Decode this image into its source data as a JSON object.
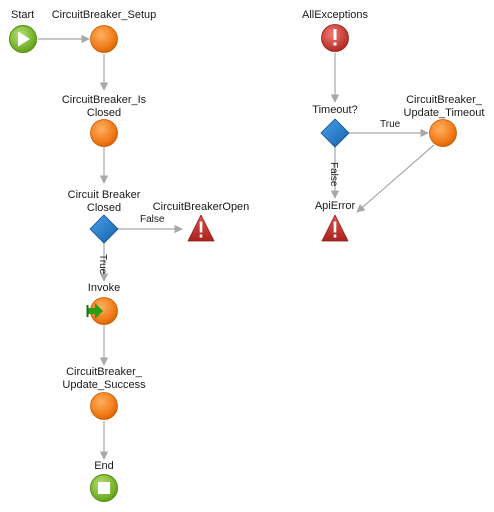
{
  "nodes": {
    "start": {
      "label": "Start",
      "type": "start",
      "icon": "play-icon"
    },
    "setup": {
      "label": "CircuitBreaker_Setup",
      "type": "action",
      "icon": "orange-circle-icon"
    },
    "is_closed": {
      "label_line1": "CircuitBreaker_Is",
      "label_line2": "Closed",
      "type": "action",
      "icon": "orange-circle-icon"
    },
    "cb_closed": {
      "label_line1": "Circuit Breaker",
      "label_line2": "Closed",
      "type": "decision",
      "icon": "blue-diamond-icon"
    },
    "cb_open": {
      "label": "CircuitBreakerOpen",
      "type": "exception",
      "icon": "red-warning-icon"
    },
    "invoke": {
      "label": "Invoke",
      "type": "action",
      "icon": "orange-circle-arrow-icon"
    },
    "update_success": {
      "label_line1": "CircuitBreaker_",
      "label_line2": "Update_Success",
      "type": "action",
      "icon": "orange-circle-icon"
    },
    "end": {
      "label": "End",
      "type": "end",
      "icon": "stop-icon"
    },
    "all_exceptions": {
      "label": "AllExceptions",
      "type": "exception-handler",
      "icon": "red-exclamation-icon"
    },
    "timeout": {
      "label": "Timeout?",
      "type": "decision",
      "icon": "blue-diamond-icon"
    },
    "update_timeout": {
      "label_line1": "CircuitBreaker_",
      "label_line2": "Update_Timeout",
      "type": "action",
      "icon": "orange-circle-icon"
    },
    "api_error": {
      "label": "ApiError",
      "type": "exception",
      "icon": "red-warning-icon"
    }
  },
  "edges": {
    "cb_false": "False",
    "cb_true": "True",
    "timeout_true": "True",
    "timeout_false": "False"
  },
  "colors": {
    "start_green": "#7dbb2a",
    "action_orange": "#f07a18",
    "decision_blue": "#1f78c8",
    "error_red": "#c9302c",
    "edge_gray": "#a8a8a8"
  }
}
